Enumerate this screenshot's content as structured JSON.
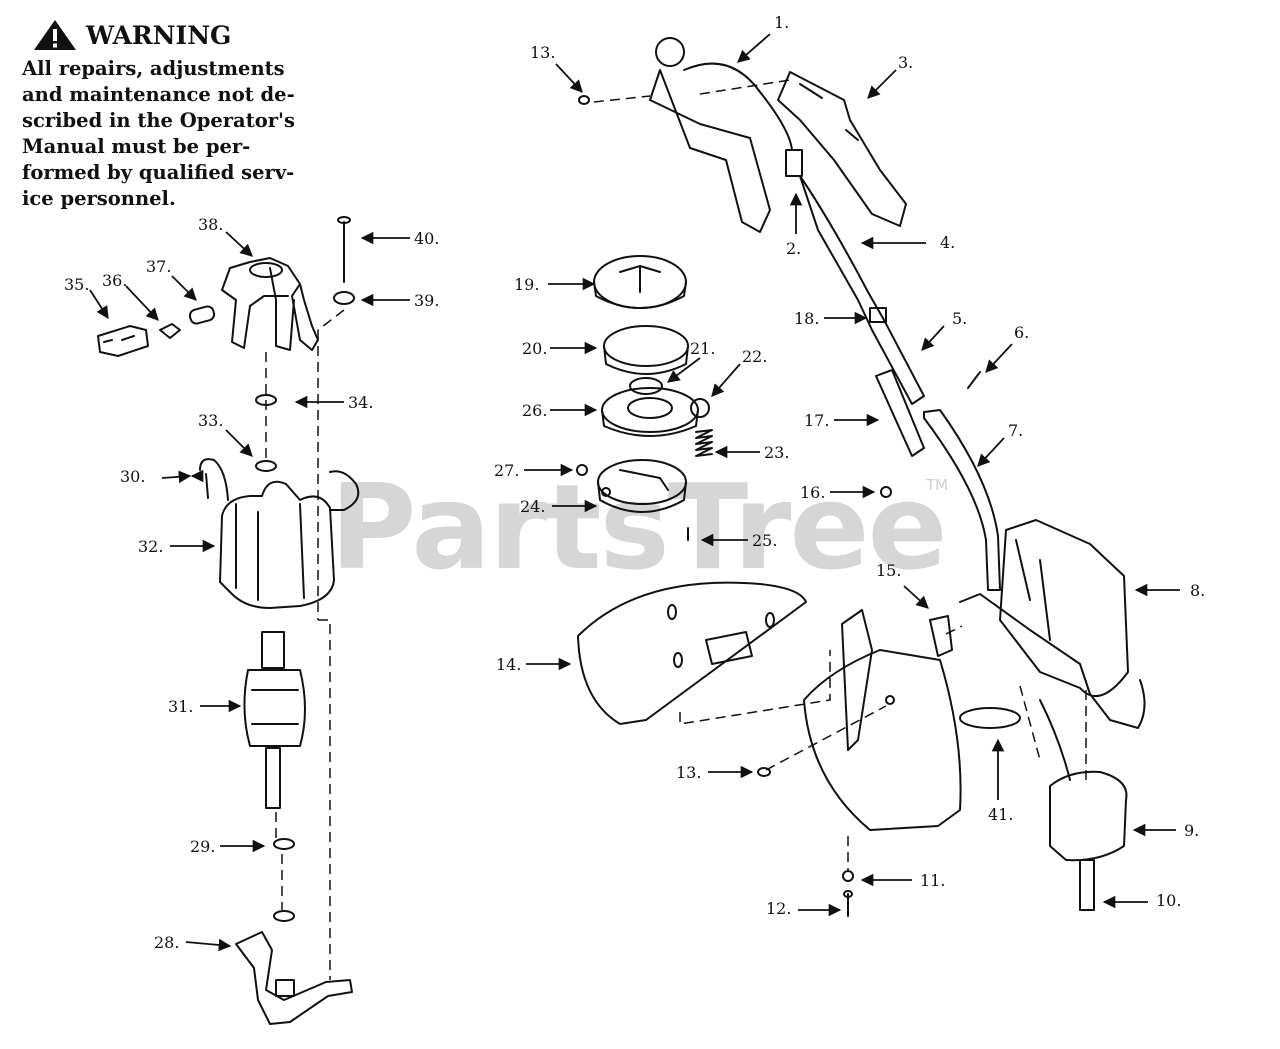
{
  "warning": {
    "title": "WARNING",
    "lines": [
      "All repairs, adjustments",
      "and maintenance not de-",
      "scribed in the Operator's",
      "Manual must be per-",
      "formed by qualified serv-",
      "ice personnel."
    ]
  },
  "watermark": {
    "text": "PartsTree",
    "tm": "TM"
  },
  "labels": [
    {
      "id": "1",
      "text": "1."
    },
    {
      "id": "2",
      "text": "2."
    },
    {
      "id": "3",
      "text": "3."
    },
    {
      "id": "4",
      "text": "4."
    },
    {
      "id": "5",
      "text": "5."
    },
    {
      "id": "6",
      "text": "6."
    },
    {
      "id": "7",
      "text": "7."
    },
    {
      "id": "8",
      "text": "8."
    },
    {
      "id": "9",
      "text": "9."
    },
    {
      "id": "10",
      "text": "10."
    },
    {
      "id": "11",
      "text": "11."
    },
    {
      "id": "12",
      "text": "12."
    },
    {
      "id": "13a",
      "text": "13."
    },
    {
      "id": "13b",
      "text": "13."
    },
    {
      "id": "14",
      "text": "14."
    },
    {
      "id": "15",
      "text": "15."
    },
    {
      "id": "16",
      "text": "16."
    },
    {
      "id": "17",
      "text": "17."
    },
    {
      "id": "18",
      "text": "18."
    },
    {
      "id": "19",
      "text": "19."
    },
    {
      "id": "20",
      "text": "20."
    },
    {
      "id": "21",
      "text": "21."
    },
    {
      "id": "22",
      "text": "22."
    },
    {
      "id": "23",
      "text": "23."
    },
    {
      "id": "24",
      "text": "24."
    },
    {
      "id": "25",
      "text": "25."
    },
    {
      "id": "26",
      "text": "26."
    },
    {
      "id": "27",
      "text": "27."
    },
    {
      "id": "28",
      "text": "28."
    },
    {
      "id": "29",
      "text": "29."
    },
    {
      "id": "30",
      "text": "30."
    },
    {
      "id": "31",
      "text": "31."
    },
    {
      "id": "32",
      "text": "32."
    },
    {
      "id": "33",
      "text": "33."
    },
    {
      "id": "34",
      "text": "34."
    },
    {
      "id": "35",
      "text": "35."
    },
    {
      "id": "36",
      "text": "36."
    },
    {
      "id": "37",
      "text": "37."
    },
    {
      "id": "38",
      "text": "38."
    },
    {
      "id": "39",
      "text": "39."
    },
    {
      "id": "40",
      "text": "40."
    },
    {
      "id": "41",
      "text": "41."
    }
  ],
  "colors": {
    "ink": "#111111",
    "watermark": "#cfcfcf",
    "background": "#ffffff"
  }
}
